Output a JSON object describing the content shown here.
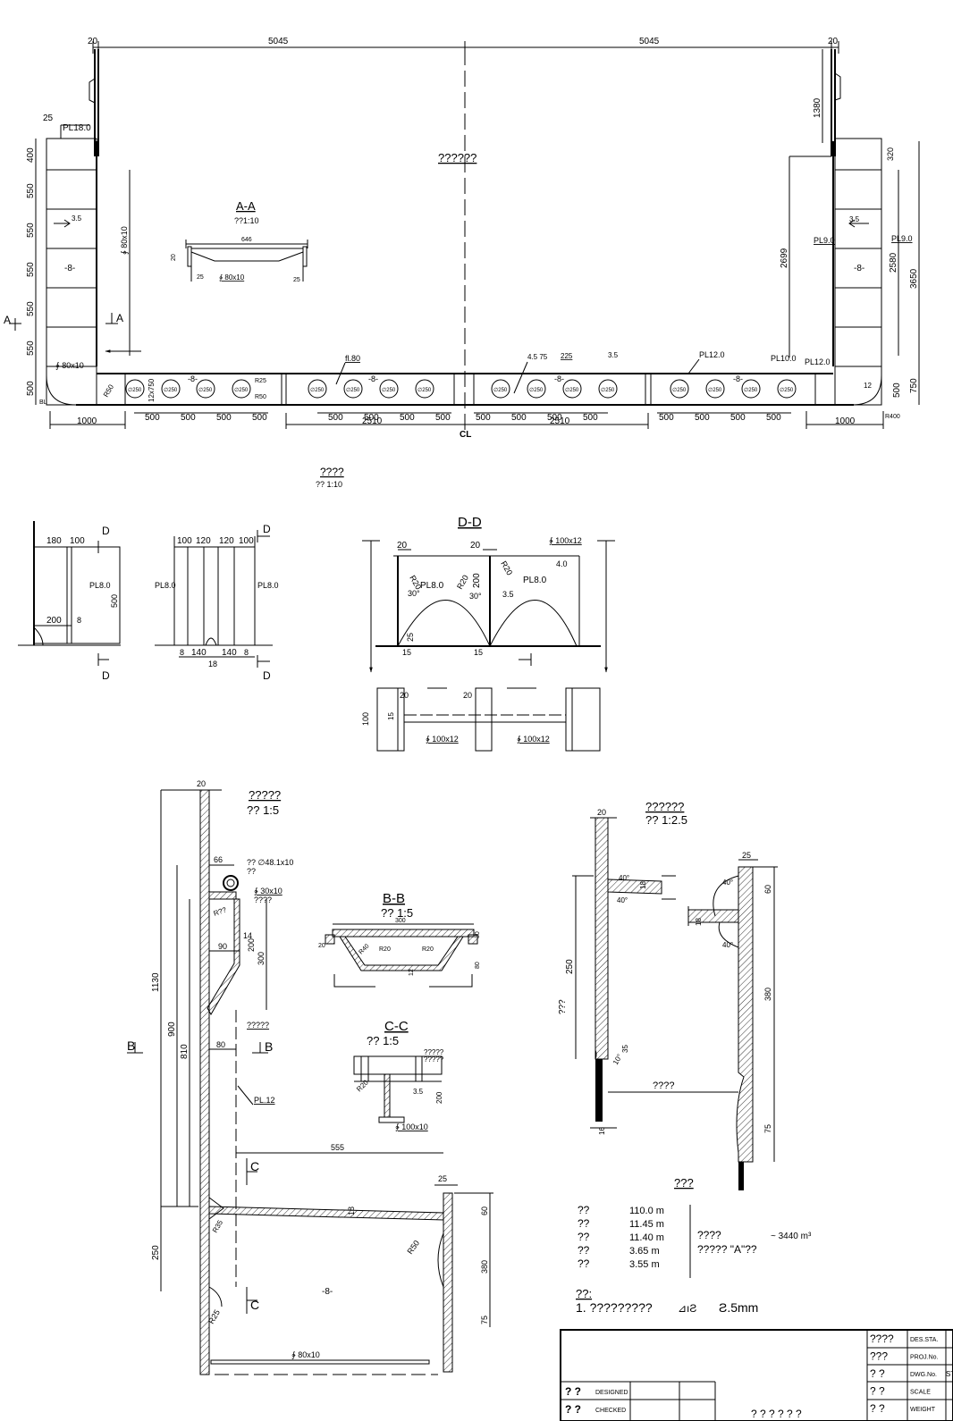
{
  "midship": {
    "top_dims": [
      "20",
      "5045",
      "5045",
      "20"
    ],
    "center_label": "??????",
    "cl_label": "CL",
    "left_tank": {
      "pl_top": "PL18.0",
      "dim_25": "25",
      "frame_dims": [
        "400",
        "550",
        "550",
        "550",
        "550",
        "550",
        "500"
      ],
      "weld_35": "3.5",
      "mark_8": "-8-",
      "flat_bar": "∳ 80x10",
      "bilge_bl": "BL",
      "dim_1000": "1000",
      "r50": "R50",
      "fb_vertical": "∳ 80x10",
      "dim_12x750": "12x750",
      "arrow_A": "A"
    },
    "right_tank": {
      "dim_1380": "1380",
      "dim_320": "320",
      "dim_2699": "2699",
      "dim_2580": "2580",
      "dim_3650": "3650",
      "dim_750": "750",
      "dim_500": "500",
      "pl9": "PL9.0",
      "pl9b": "PL9.0",
      "pl10": "PL10.0",
      "pl12": "PL12.0",
      "weld_35": "3.5",
      "mark_8": "-8-",
      "dim_1000": "1000",
      "r400": "R400",
      "dim_12": "12"
    },
    "bottom": {
      "fl80": "fl.80",
      "pl12": "PL12.0",
      "weld_note": "4.5  75",
      "weld_225": "225",
      "weld_35": "3.5",
      "r25": "R25",
      "r50": "R50",
      "holes": [
        "∅250",
        "∅250",
        "∅250",
        "∅250",
        "∅250",
        "∅250",
        "∅250",
        "∅250",
        "∅250",
        "∅250",
        "∅250",
        "∅250",
        "∅250",
        "∅250",
        "∅250",
        "∅250"
      ],
      "spacing": [
        "500",
        "500",
        "500",
        "500",
        "500",
        "500",
        "500",
        "500",
        "500",
        "500",
        "500",
        "500",
        "500",
        "500",
        "500",
        "500"
      ],
      "span_dims": [
        "2510",
        "2510"
      ],
      "mark_8": [
        "-8-",
        "-8-",
        "-8-",
        "-8-"
      ]
    },
    "section_AA": {
      "title": "A-A",
      "scale": "??1:10",
      "dim_646": "646",
      "dim_20": "20",
      "dim_25a": "25",
      "dim_25b": "25",
      "fb": "∳ 80x10"
    }
  },
  "detail_group": {
    "title": "????",
    "scale": "?? 1:10",
    "left": {
      "d1": "180",
      "d2": "100",
      "pl": "PL8.0",
      "h": "500",
      "d3": "200",
      "d4": "8",
      "mark": "D"
    },
    "middle": {
      "dims": [
        "100",
        "120",
        "120",
        "100"
      ],
      "pl_l": "PL8.0",
      "pl_r": "PL8.0",
      "bottom": [
        "8",
        "140",
        "140",
        "8"
      ],
      "b18": "18",
      "mark": "D"
    },
    "dd": {
      "title": "D-D",
      "fb": "∳ 100x12",
      "r20": [
        "R20",
        "R20",
        "R20"
      ],
      "pl": [
        "PL8.0",
        "PL8.0"
      ],
      "dims": [
        "20",
        "20",
        "200"
      ],
      "angles": [
        "30°",
        "30°"
      ],
      "weld": [
        "4.0",
        "3.5"
      ],
      "dim_25": "25",
      "dim_15": [
        "15",
        "15"
      ],
      "plan_dims": [
        "100",
        "15",
        "20",
        "20"
      ],
      "plan_fb": [
        "∳ 100x12",
        "∳ 100x12"
      ]
    }
  },
  "coaming": {
    "title": "?????",
    "scale": "?? 1:5",
    "dim_20": "20",
    "dim_66": "66",
    "pipe": "?? ∅48.1x10",
    "pipe_note": "??",
    "fb30": "∳ 30x10",
    "fb30_note": "????",
    "r_mid": "R??",
    "dim_14": "14",
    "dim_200": "200",
    "dim_300": "300",
    "dim_90": "90",
    "dim_1130": "1130",
    "dim_900": "900",
    "dim_810": "810",
    "dim_80": "80",
    "note_5": "?????",
    "pl12": "PL.12",
    "dim_555": "555",
    "dim_25": "25",
    "dim_18": "18",
    "dim_60": "60",
    "dim_380": "380",
    "dim_75": "75",
    "dim_250": "250",
    "r50": "R50",
    "r25": "R25",
    "r35": "R35",
    "mark_8": "-8-",
    "fb80": "∳ 80x10",
    "arrow_B": "B",
    "arrow_C": "C"
  },
  "section_BB": {
    "title": "B-B",
    "scale": "?? 1:5",
    "d300": "300",
    "d20": "20",
    "r20a": "R20",
    "r20b": "R20",
    "r40": "R40",
    "d30": "30",
    "d80": "80",
    "d12": "12"
  },
  "section_CC": {
    "title": "C-C",
    "scale": "?? 1:5",
    "note": "?????",
    "note2": "?????",
    "r20": "R20",
    "weld": "3.5",
    "d200": "200",
    "fb": "∳ 100x10"
  },
  "detail_right": {
    "title": "??????",
    "scale": "?? 1:2.5",
    "d20": "20",
    "d18a": "18",
    "d18b": "18",
    "d25": "25",
    "d60": "60",
    "d380": "380",
    "d250": "250",
    "d75": "75",
    "d35": "35",
    "d16": "16",
    "angles": [
      "40°",
      "40°",
      "40°",
      "40°"
    ],
    "side_label": "???",
    "gap_label": "????",
    "angle_10": "10°"
  },
  "particulars": {
    "title": "???",
    "labels": [
      "??",
      "??",
      "??",
      "??",
      "??"
    ],
    "values": [
      "110.0  m",
      "11.45  m",
      "11.40  m",
      "3.65  m",
      "3.55  m"
    ],
    "cap_label": "????",
    "cap_value": "~  3440 m³",
    "class_label": "?????  \"A\"??"
  },
  "notes": {
    "title": "??:",
    "line": "1.  ?????????",
    "weld_sym": "⊿ıƧ",
    "size": "Ƨ.5mm"
  },
  "title_block": {
    "rows_left": [
      {
        "cn": "? ?",
        "en": "DESIGNED"
      },
      {
        "cn": "? ?",
        "en": "CHECKED"
      }
    ],
    "rows_right": [
      {
        "cn": "????",
        "en": "DES.STA."
      },
      {
        "cn": "???",
        "en": "PROJ.No."
      },
      {
        "cn": "? ?",
        "en": "DWG.No.",
        "v": "STS"
      },
      {
        "cn": "? ?",
        "en": "SCALE"
      },
      {
        "cn": "? ?",
        "en": "WEIGHT"
      }
    ],
    "center": "? ? ? ? ? ?"
  }
}
